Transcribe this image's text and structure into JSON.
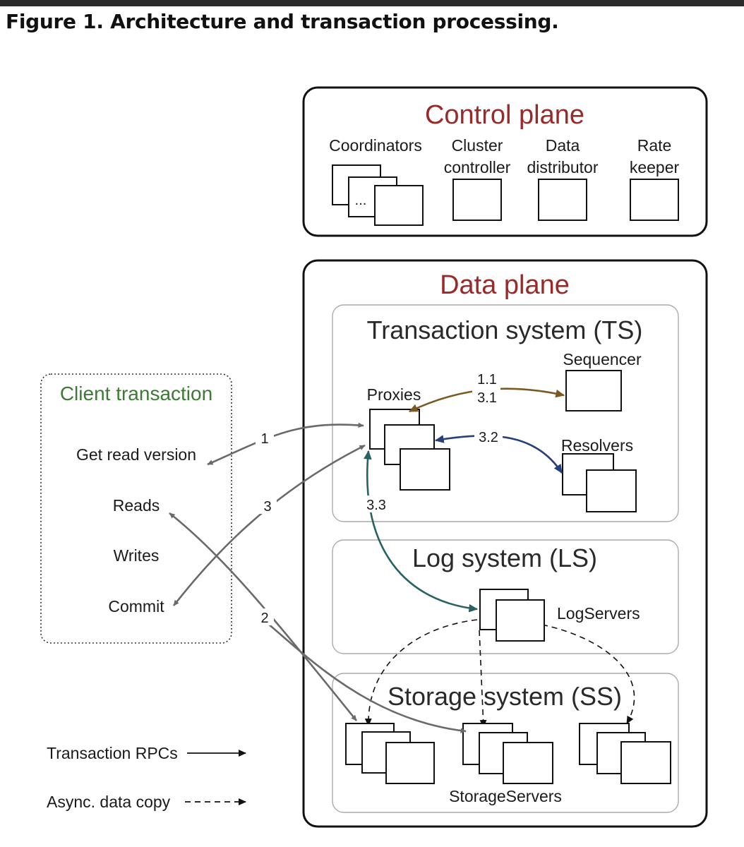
{
  "figure": {
    "title": "Figure 1. Architecture and transaction processing."
  },
  "control_plane": {
    "title": "Control plane",
    "coordinators": "Coordinators",
    "coordinators_ellipsis": "...",
    "cluster_controller_1": "Cluster",
    "cluster_controller_2": "controller",
    "data_distributor_1": "Data",
    "data_distributor_2": "distributor",
    "rate_keeper_1": "Rate",
    "rate_keeper_2": "keeper"
  },
  "data_plane": {
    "title": "Data plane",
    "transaction_system": {
      "title": "Transaction system (TS)",
      "sequencer": "Sequencer",
      "proxies": "Proxies",
      "resolvers": "Resolvers"
    },
    "log_system": {
      "title": "Log system (LS)",
      "log_servers": "LogServers"
    },
    "storage_system": {
      "title": "Storage system (SS)",
      "storage_servers": "StorageServers"
    }
  },
  "client": {
    "title": "Client transaction",
    "steps": [
      "Get read version",
      "Reads",
      "Writes",
      "Commit"
    ]
  },
  "arrows": {
    "step_1": "1",
    "step_1_1": "1.1",
    "step_3_1": "3.1",
    "step_3_2": "3.2",
    "step_3_3": "3.3",
    "step_3": "3",
    "step_2": "2"
  },
  "legend": {
    "rpc": "Transaction RPCs",
    "async": "Async. data copy"
  },
  "colors": {
    "plane_title": "#9a2a2a",
    "client_title": "#3d7a35",
    "rpc_arrow": "#6a6a6a",
    "sequencer_arrow": "#7a5a20",
    "resolver_arrow": "#27407a",
    "log_arrow": "#2a6262"
  }
}
